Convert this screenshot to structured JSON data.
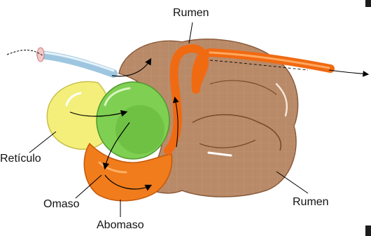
{
  "labels": {
    "rumen_top": "Rumen",
    "rumen_right": "Rumen",
    "reticulo": "Retículo",
    "omaso": "Omaso",
    "abomaso": "Abomaso"
  },
  "colors": {
    "rumen": "#b98a68",
    "rumen_outline": "#8a5a3a",
    "reticulo": "#f3ef7a",
    "omaso": "#7fcf52",
    "abomaso": "#f07c1c",
    "esophagus": "#9ec6e0",
    "arrow": "#000000"
  }
}
